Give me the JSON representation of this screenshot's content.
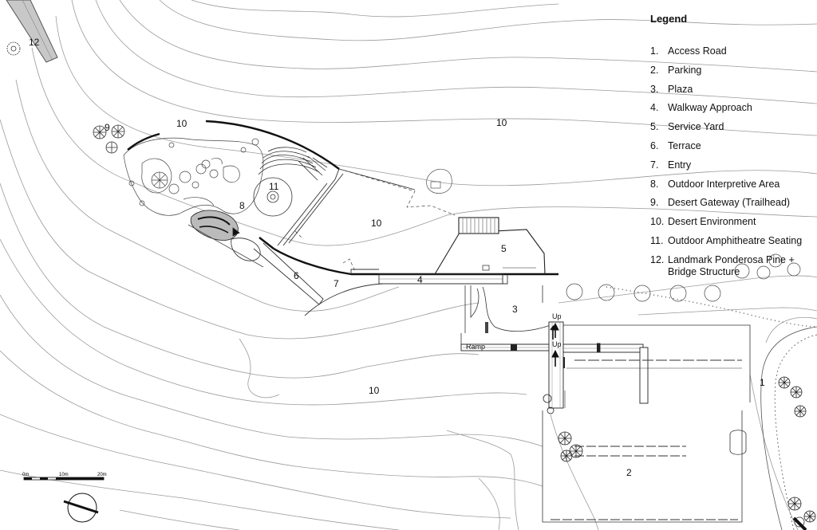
{
  "legend": {
    "title": "Legend",
    "items": [
      {
        "num": "1.",
        "label": "Access Road"
      },
      {
        "num": "2.",
        "label": "Parking"
      },
      {
        "num": "3.",
        "label": "Plaza"
      },
      {
        "num": "4.",
        "label": "Walkway Approach"
      },
      {
        "num": "5.",
        "label": "Service Yard"
      },
      {
        "num": "6.",
        "label": "Terrace"
      },
      {
        "num": "7.",
        "label": "Entry"
      },
      {
        "num": "8.",
        "label": "Outdoor Interpretive Area"
      },
      {
        "num": "9.",
        "label": "Desert Gateway (Trailhead)"
      },
      {
        "num": "10.",
        "label": "Desert Environment"
      },
      {
        "num": "11.",
        "label": "Outdoor Amphitheatre Seating"
      },
      {
        "num": "12.",
        "label": "Landmark Ponderosa Pine + Bridge Structure"
      }
    ]
  },
  "plan_labels": {
    "n1": "1",
    "n2": "2",
    "n3": "3",
    "n4": "4",
    "n5": "5",
    "n6": "6",
    "n7": "7",
    "n8": "8",
    "n9": "9",
    "n10": "10",
    "n11": "11",
    "n12": "12",
    "ramp": "Ramp",
    "up": "Up"
  },
  "scale_bar": {
    "t0": "0m",
    "t1": "10m",
    "t2": "20m"
  },
  "colors": {
    "contour": "#9a9a9a",
    "linework": "#222222",
    "paving": "#555555"
  }
}
